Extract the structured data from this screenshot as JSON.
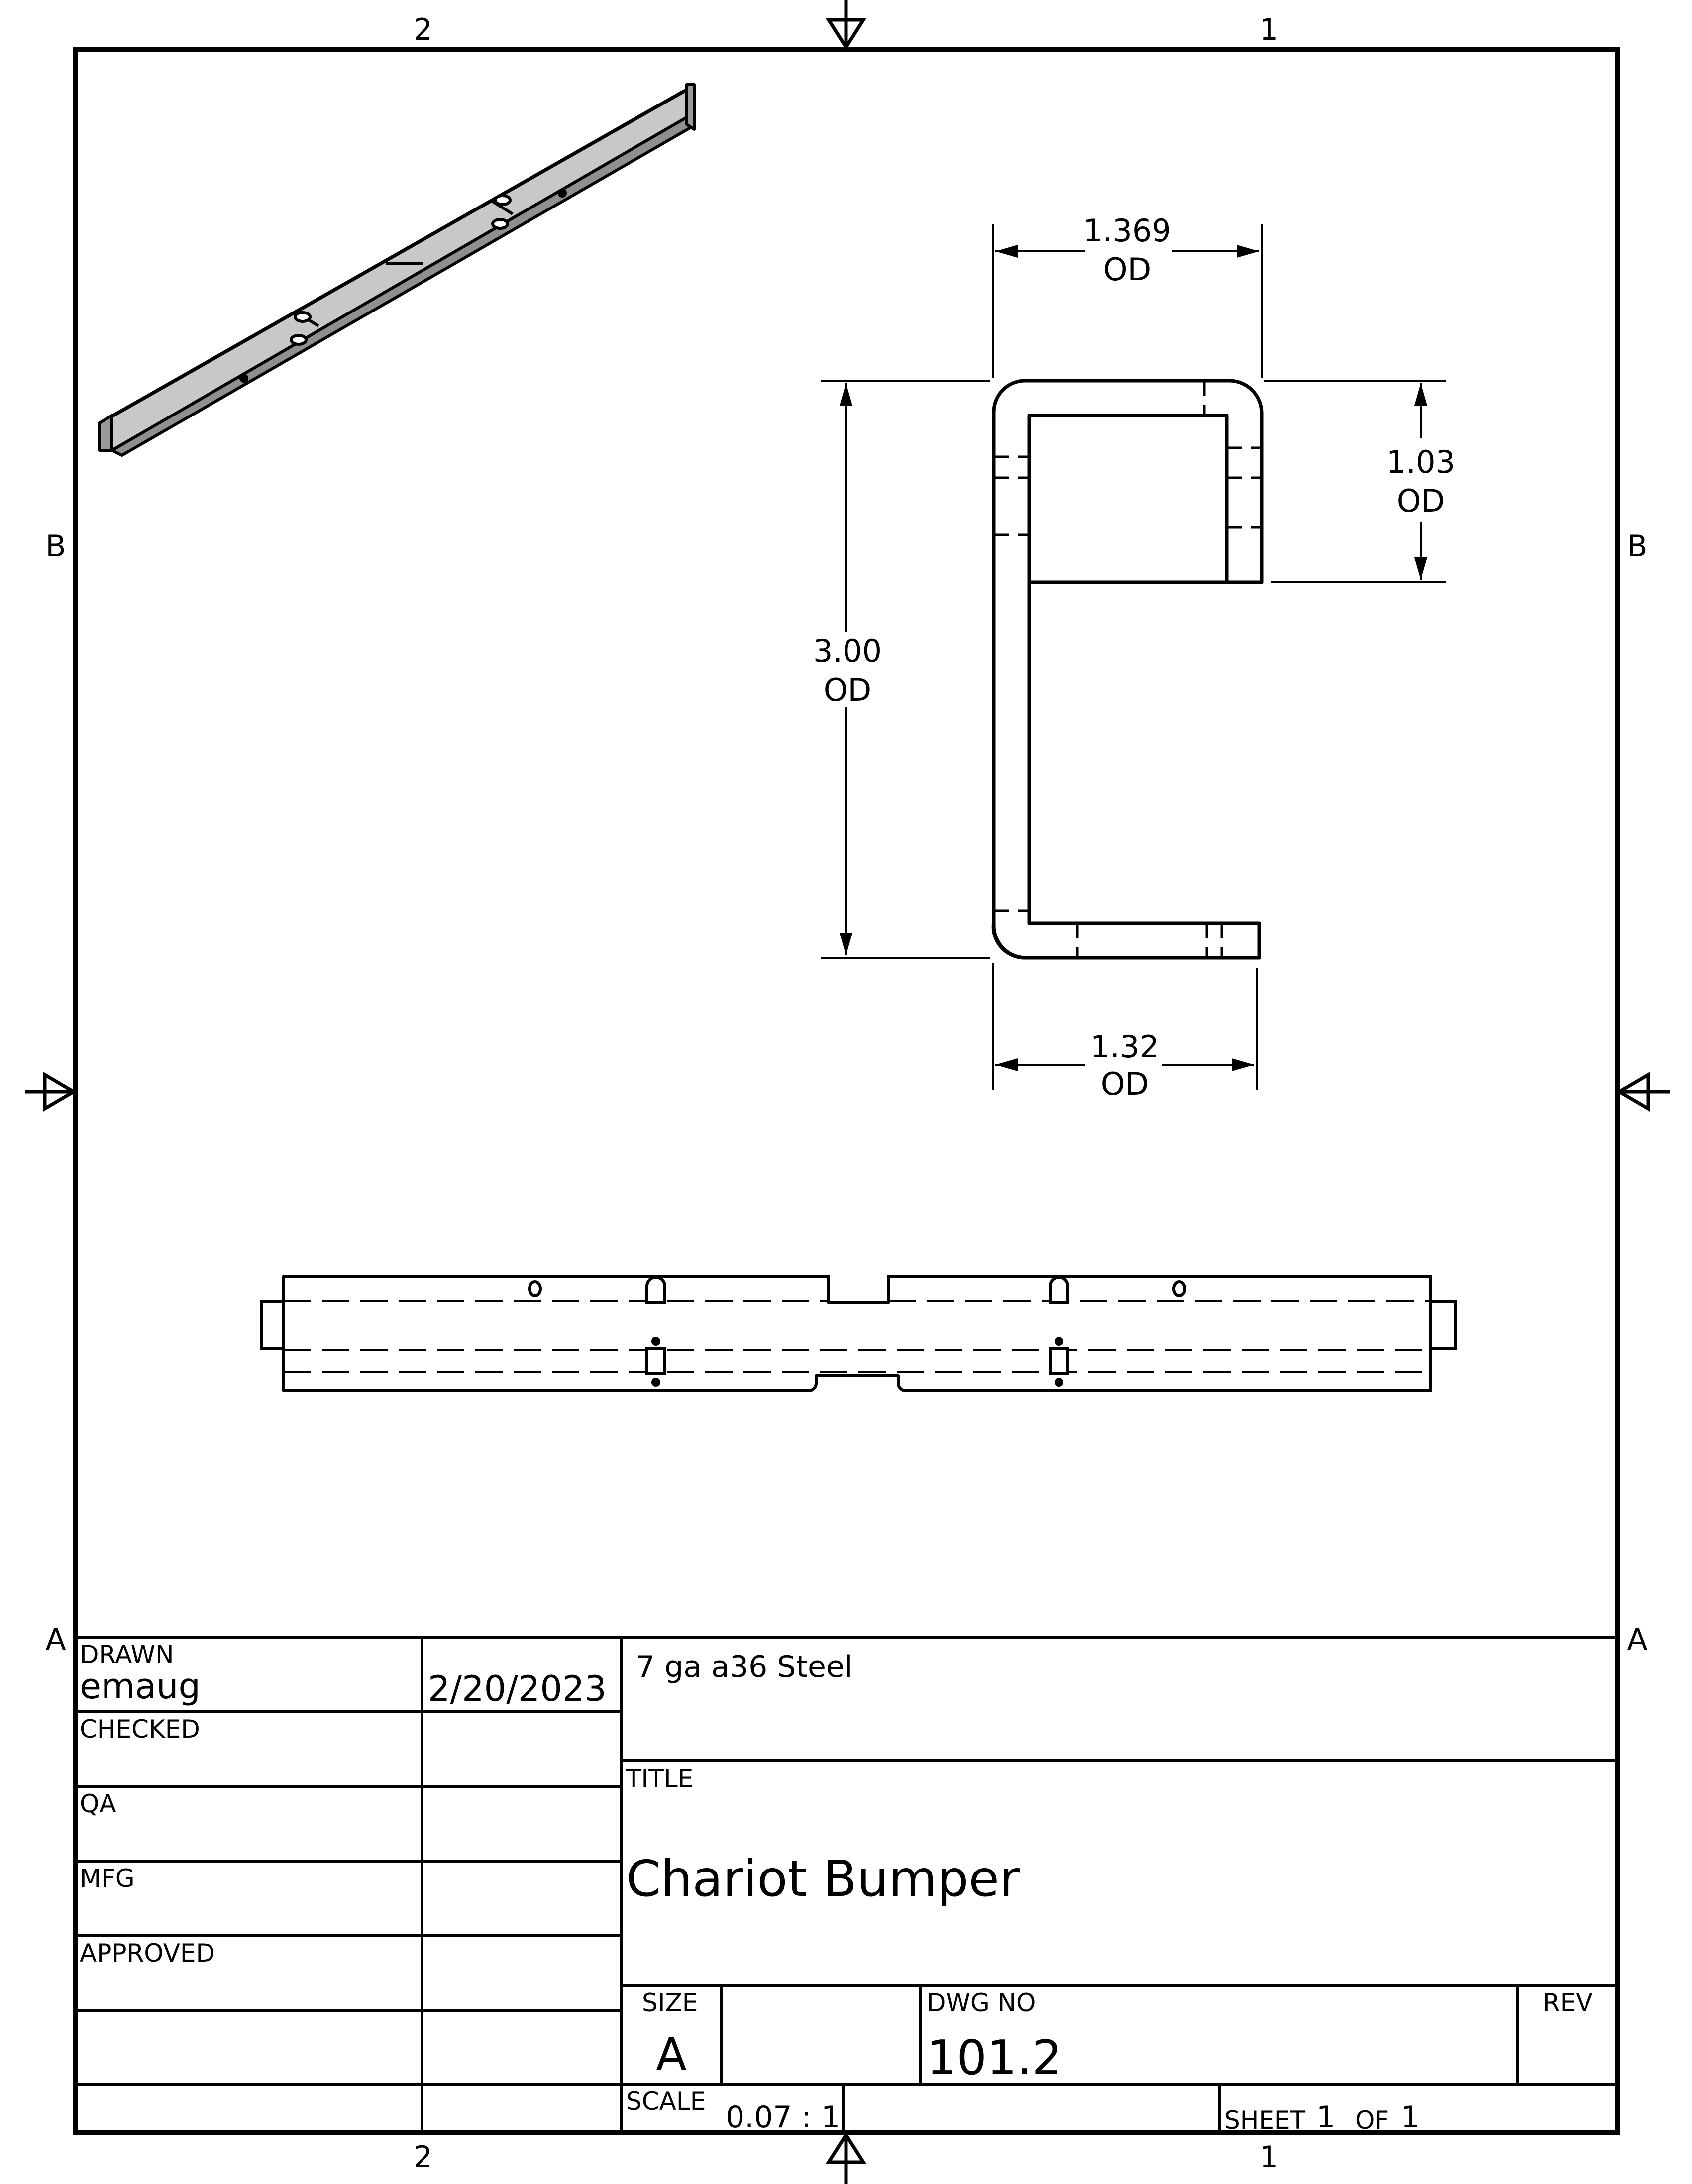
{
  "zones": {
    "top": [
      "2",
      "1"
    ],
    "bottom": [
      "2",
      "1"
    ],
    "left": [
      "B",
      "A"
    ],
    "right": [
      "B",
      "A"
    ]
  },
  "dimensions": {
    "top_width": "1.369",
    "bottom_width": "1.32",
    "height": "3.00",
    "lip": "1.03",
    "od": "OD"
  },
  "title_block": {
    "drawn_label": "DRAWN",
    "drawn_by": "emaug",
    "drawn_date": "2/20/2023",
    "checked_label": "CHECKED",
    "qa_label": "QA",
    "mfg_label": "MFG",
    "approved_label": "APPROVED",
    "material": "7 ga a36 Steel",
    "title_label": "TITLE",
    "title": "Chariot Bumper",
    "size_label": "SIZE",
    "size": "A",
    "dwg_no_label": "DWG NO",
    "dwg_no": "101.2",
    "rev_label": "REV",
    "scale_label": "SCALE",
    "scale": "0.07 : 1",
    "sheet_label": "SHEET",
    "sheet": "1",
    "of_label": "OF",
    "of": "1"
  },
  "colors": {
    "line": "#000000",
    "part_fill": "#bdbdbd"
  }
}
